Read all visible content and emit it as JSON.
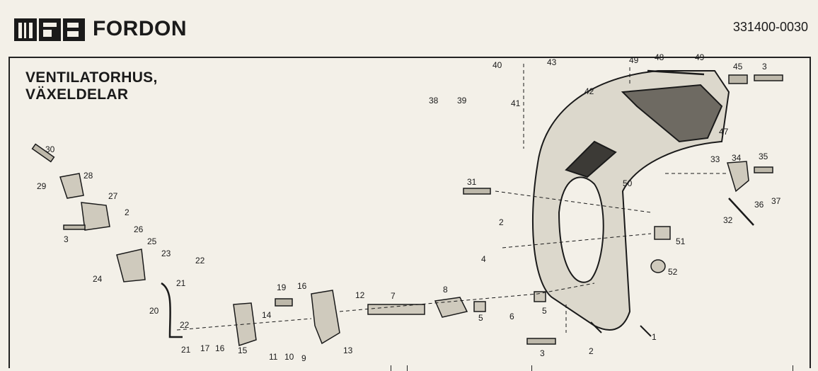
{
  "header": {
    "logo_text": "MGB",
    "brand": "FORDON",
    "part_number": "331400-0030"
  },
  "diagram": {
    "title_line1": "VENTILATORHUS,",
    "title_line2": "VÄXELDELAR",
    "callouts": [
      "1",
      "2",
      "2",
      "2",
      "3",
      "3",
      "3",
      "4",
      "5",
      "5",
      "6",
      "7",
      "8",
      "9",
      "10",
      "11",
      "12",
      "13",
      "14",
      "15",
      "16",
      "16",
      "17",
      "19",
      "20",
      "21",
      "21",
      "22",
      "22",
      "23",
      "24",
      "25",
      "26",
      "27",
      "28",
      "29",
      "30",
      "31",
      "32",
      "33",
      "34",
      "35",
      "36",
      "37",
      "38",
      "39",
      "40",
      "41",
      "42",
      "43",
      "45",
      "47",
      "48",
      "49",
      "49",
      "50",
      "51",
      "52"
    ]
  }
}
